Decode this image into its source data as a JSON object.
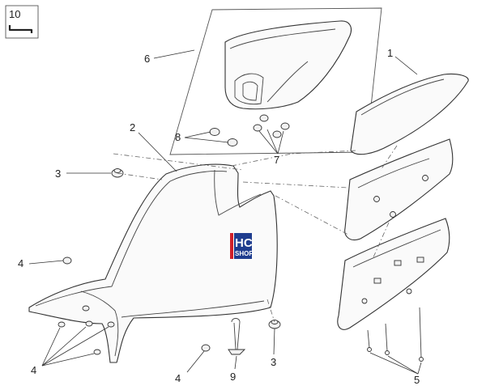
{
  "inset_box": {
    "number": "10",
    "icon": "hex-key-icon"
  },
  "callouts": {
    "c1": "1",
    "c2": "2",
    "c3a": "3",
    "c3b": "3",
    "c4a": "4",
    "c4b": "4",
    "c4c": "4",
    "c5": "5",
    "c6": "6",
    "c7": "7",
    "c8": "8",
    "c9": "9"
  },
  "logo": {
    "line1": "HC",
    "line2": "SHOP"
  },
  "colors": {
    "logo_blue": "#1f3d8f",
    "logo_red": "#d0202a",
    "line": "#333333"
  }
}
